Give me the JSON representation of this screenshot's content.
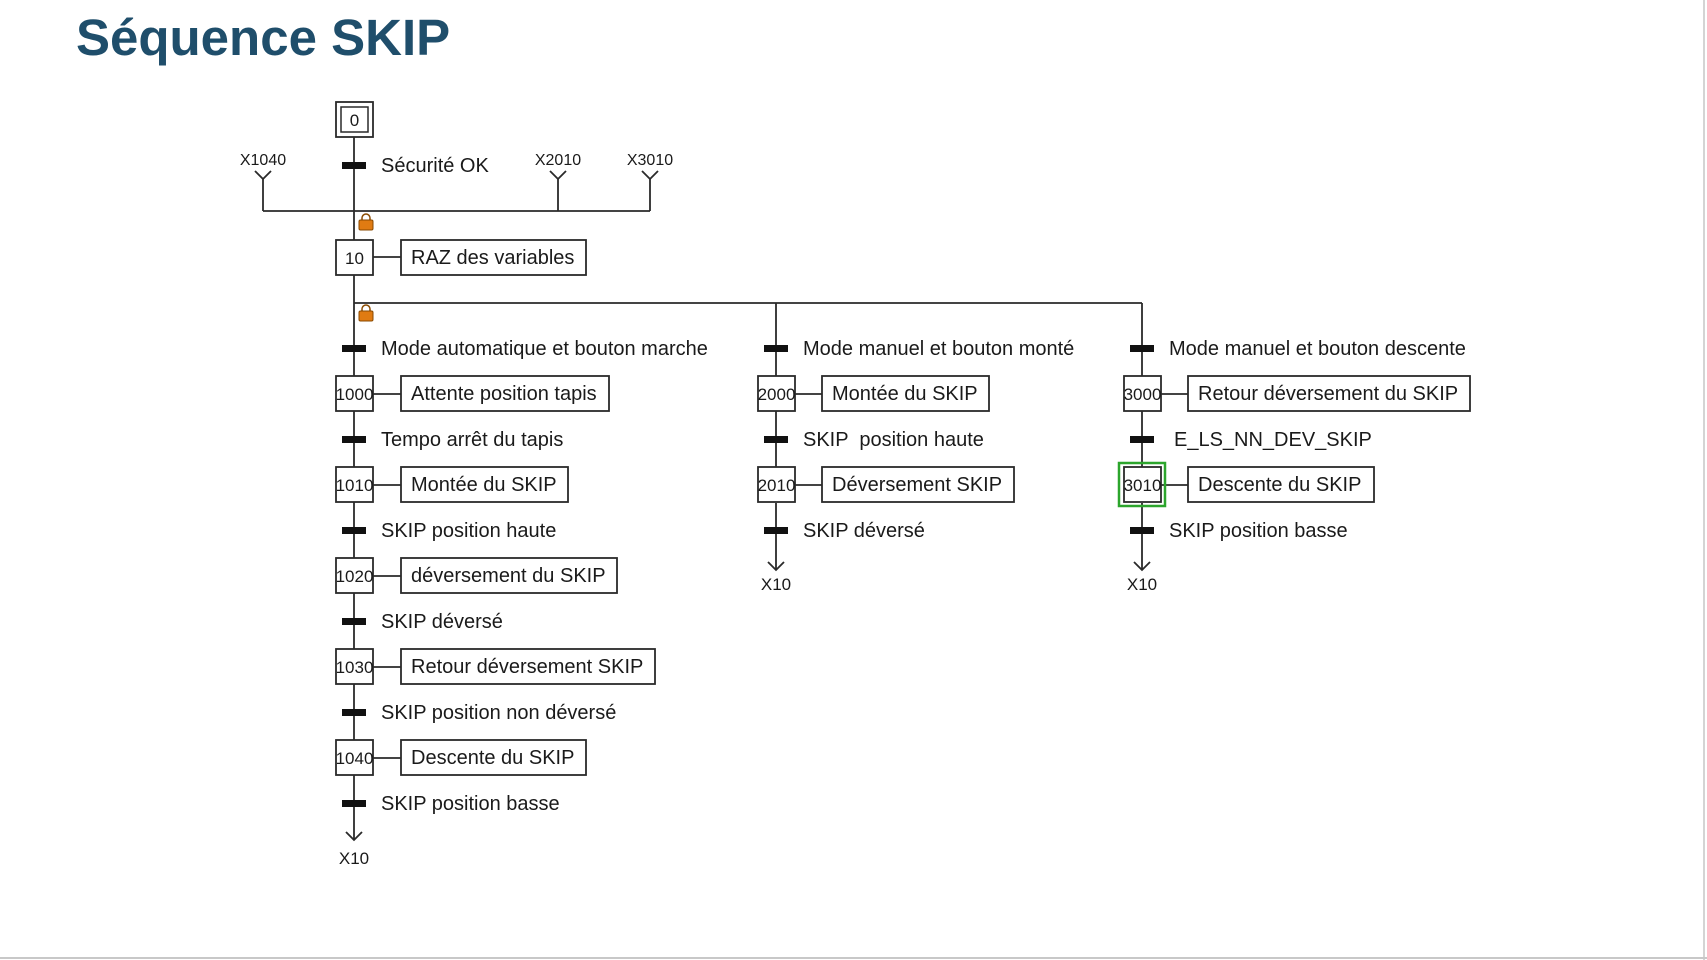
{
  "title": "Séquence SKIP",
  "colors": {
    "title": "#1f4e6b",
    "active_step": "#2ca52c",
    "lock_icon": "#e07b12",
    "lines": "#2a2a2a"
  },
  "initial_step": {
    "number": "0"
  },
  "entry_transition": {
    "condition": "Sécurité OK"
  },
  "links_in": [
    "X1040",
    "X2010",
    "X3010"
  ],
  "lock_icons": [
    "lock-icon",
    "lock-icon"
  ],
  "step_10": {
    "number": "10",
    "action": "RAZ des variables"
  },
  "branches": [
    {
      "steps": [
        {
          "number": "1000",
          "action": "Attente position tapis"
        },
        {
          "number": "1010",
          "action": "Montée du SKIP"
        },
        {
          "number": "1020",
          "action": "déversement du SKIP"
        },
        {
          "number": "1030",
          "action": "Retour déversement SKIP"
        },
        {
          "number": "1040",
          "action": "Descente du SKIP"
        }
      ],
      "transitions": [
        "Mode automatique et bouton marche",
        "Tempo arrêt du tapis",
        "SKIP position haute",
        "SKIP déversé",
        "SKIP position non déversé",
        "SKIP position basse"
      ],
      "jump_to": "X10"
    },
    {
      "steps": [
        {
          "number": "2000",
          "action": "Montée du SKIP"
        },
        {
          "number": "2010",
          "action": "Déversement SKIP"
        }
      ],
      "transitions": [
        "Mode manuel et bouton monté",
        "SKIP  position haute",
        "SKIP déversé"
      ],
      "jump_to": "X10"
    },
    {
      "steps": [
        {
          "number": "3000",
          "action": "Retour déversement du SKIP"
        },
        {
          "number": "3010",
          "action": "Descente du SKIP",
          "active": true
        }
      ],
      "transitions": [
        "Mode manuel et bouton descente",
        "E_LS_NN_DEV_SKIP",
        "SKIP position basse"
      ],
      "jump_to": "X10"
    }
  ]
}
